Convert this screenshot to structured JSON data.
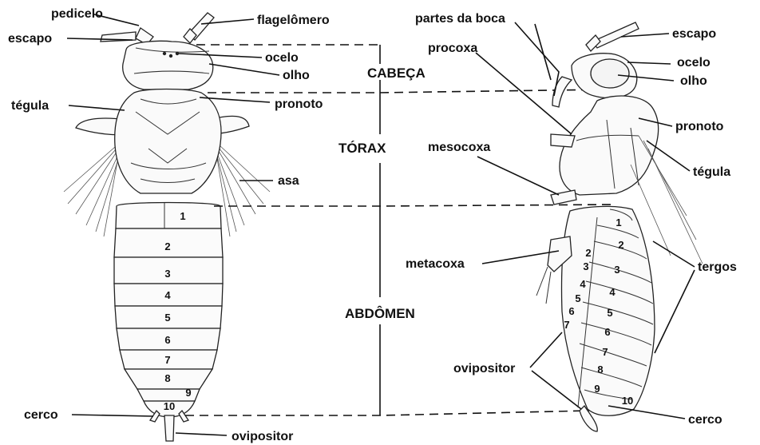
{
  "regions": {
    "head": "CABEÇA",
    "thorax": "TÓRAX",
    "abdomen": "ABDÔMEN"
  },
  "dorsal_labels": {
    "pedicel": "pedicelo",
    "flagellomere": "flagelômero",
    "scape": "escapo",
    "ocellus": "ocelo",
    "eye": "olho",
    "tegula": "tégula",
    "pronotum": "pronoto",
    "wing": "asa",
    "cercus": "cerco",
    "ovipositor": "ovipositor"
  },
  "lateral_labels": {
    "mouthparts": "partes da boca",
    "scape": "escapo",
    "procoxa": "procoxa",
    "ocellus": "ocelo",
    "eye": "olho",
    "pronotum": "pronoto",
    "mesocoxa": "mesocoxa",
    "tegula": "tégula",
    "tergites": "tergos",
    "metacoxa": "metacoxa",
    "ovipositor": "ovipositor",
    "cercus": "cerco"
  },
  "dorsal_segments": [
    "1",
    "2",
    "3",
    "4",
    "5",
    "6",
    "7",
    "8",
    "9",
    "10"
  ],
  "lateral_tergites": [
    "1",
    "2",
    "3",
    "4",
    "5",
    "6",
    "7",
    "8",
    "9",
    "10"
  ],
  "lateral_sternites": [
    "2",
    "3",
    "4",
    "5",
    "6",
    "7"
  ],
  "colors": {
    "ink": "#111111",
    "fill": "#fafafa",
    "background": "#ffffff"
  }
}
